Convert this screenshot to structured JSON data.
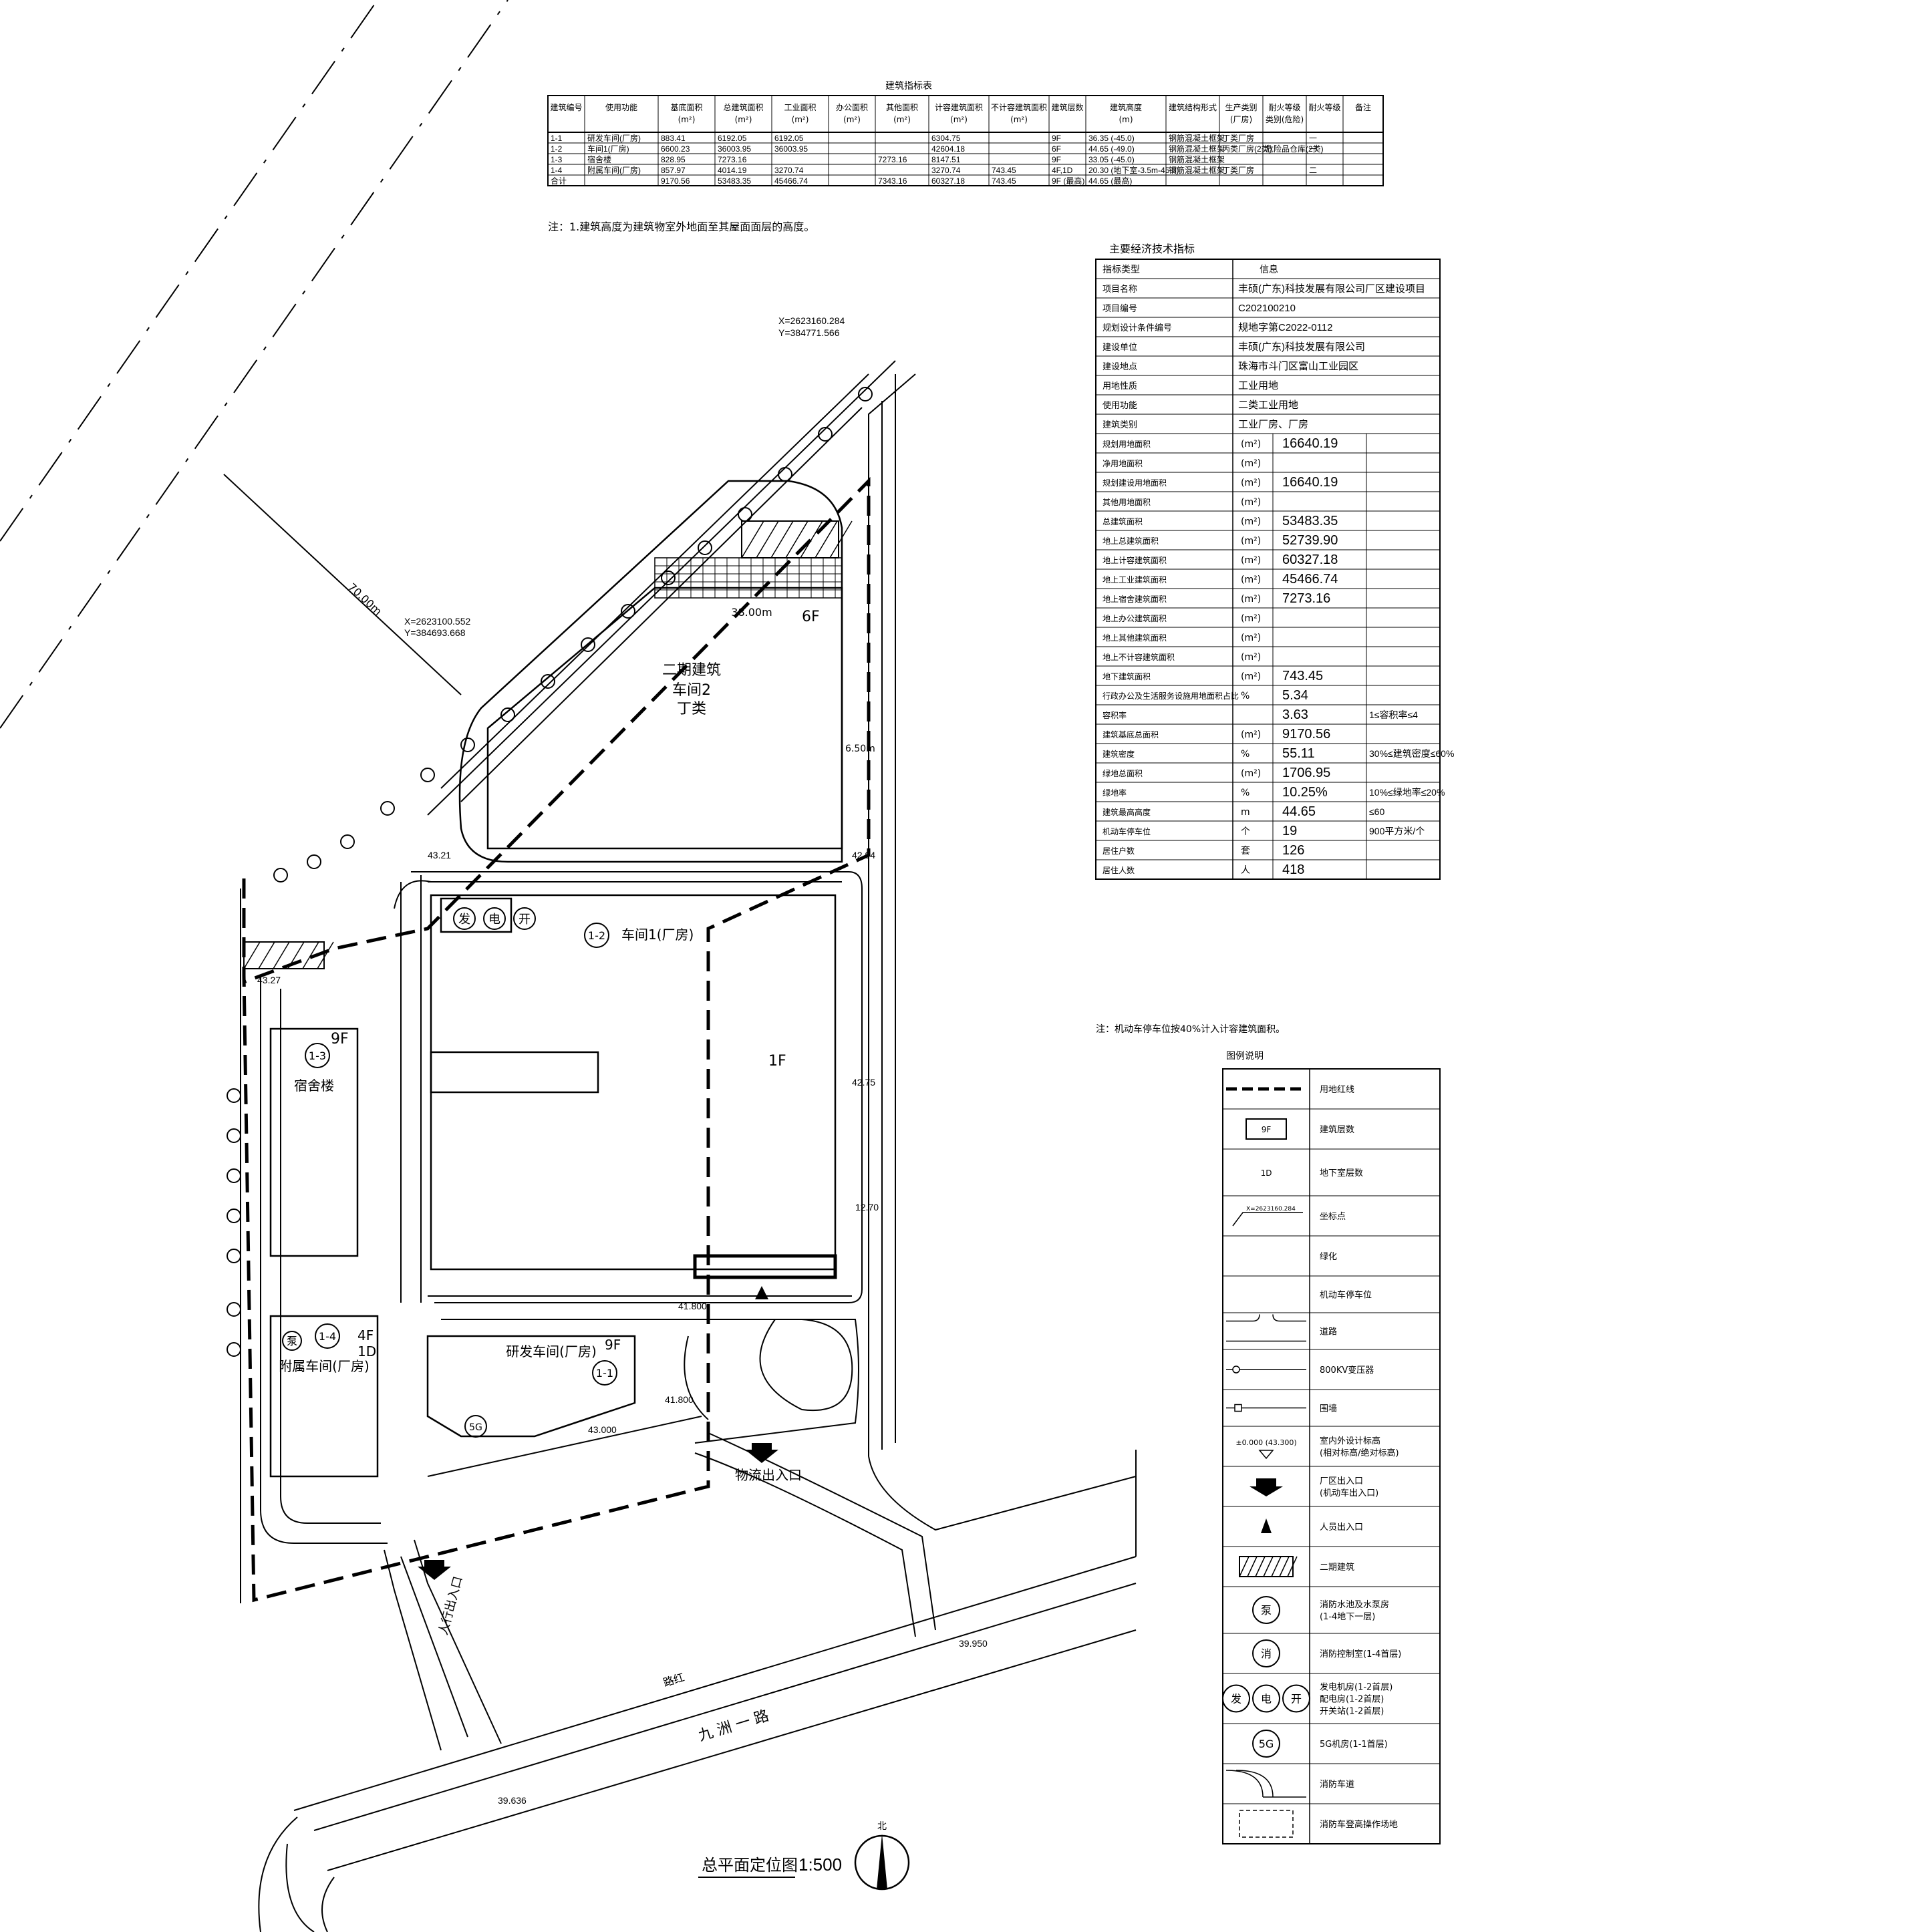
{
  "drawing": {
    "title": "总平面定位图",
    "scale": "1:500",
    "north_label": "北",
    "road_name": "九 洲 一 路",
    "road_sub_label": "路红"
  },
  "coordinates": {
    "c1": "X=2623160.284",
    "c2": "Y=384771.566",
    "c3": "X=2623100.552",
    "c4": "Y=384693.668"
  },
  "site_labels": {
    "b_phase2_a": "二期建筑",
    "b_phase2_b": "车间2",
    "b_phase2_c": "丁类",
    "b_phase2_floor": "6F",
    "b_phase2_dim": "38.00m",
    "b_12_tag": "1-2",
    "b_12_name": "车间1(厂房)",
    "b_12_floor": "1F",
    "b_13_tag": "1-3",
    "b_13_name": "宿舍楼",
    "b_13_floor": "9F",
    "b_14_tag": "1-4",
    "b_14_name": "附属车间(厂房)",
    "b_14_floor": "4F",
    "b_14_floor2": "1D",
    "b_11_tag": "1-1",
    "b_11_name": "研发车间(厂房)",
    "b_11_floor": "9F",
    "gate_logistics": "物流出入口",
    "gate_people": "人行出入口",
    "dist_70": "70.00m",
    "dist_650": "6.50m",
    "lvl_1": "43.21",
    "lvl_2": "42.94",
    "lvl_3": "43.27",
    "lvl_4": "42.75",
    "lvl_5": "41.800",
    "lvl_6": "41.800",
    "lvl_7": "43.000",
    "lvl_8": "39.950",
    "lvl_9": "39.636",
    "lvl_10": "12.70",
    "eq_1": "发",
    "eq_2": "电",
    "eq_3": "开",
    "eq_5g": "5G",
    "eq_fire": "泵"
  },
  "area_table": {
    "title": "建筑指标表",
    "headers": [
      "建筑编号",
      "使用功能",
      "基底面积\n(m²)",
      "总建筑面积\n(m²)",
      "工业面积\n(m²)",
      "办公面积\n(m²)",
      "其他面积\n(m²)",
      "计容建筑面积\n(m²)",
      "不计容建筑面积\n(m²)",
      "建筑层数",
      "建筑高度\n(m)",
      "建筑结构形式",
      "生产类别\n(厂房)",
      "耐火等级\n类别(危险)",
      "耐火等级",
      "备注"
    ],
    "rows": [
      [
        "1-1",
        "研发车间(厂房)",
        "883.41",
        "6192.05",
        "6192.05",
        "",
        "",
        "6304.75",
        "",
        "9F",
        "36.35 (-45.0)",
        "钢筋混凝土框架",
        "丁类厂房",
        "",
        "一",
        ""
      ],
      [
        "1-2",
        "车间1(厂房)",
        "6600.23",
        "36003.95",
        "36003.95",
        "",
        "",
        "42604.18",
        "",
        "6F",
        "44.65 (-49.0)",
        "钢筋混凝土框架",
        "丙类厂房(2类)",
        "危险品仓库(2类)",
        "一",
        ""
      ],
      [
        "1-3",
        "宿舍楼",
        "828.95",
        "7273.16",
        "",
        "",
        "7273.16",
        "8147.51",
        "",
        "9F",
        "33.05 (-45.0)",
        "钢筋混凝土框架",
        "",
        "",
        "",
        ""
      ],
      [
        "1-4",
        "附属车间(厂房)",
        "857.97",
        "4014.19",
        "3270.74",
        "",
        "",
        "3270.74",
        "743.45",
        "4F,1D",
        "20.30 (地下室-3.5m-45.0)",
        "钢筋混凝土框架",
        "丁类厂房",
        "",
        "二",
        ""
      ],
      [
        "合计",
        "",
        "9170.56",
        "53483.35",
        "45466.74",
        "",
        "7343.16",
        "60327.18",
        "743.45",
        "9F (最高)",
        "44.65 (最高)",
        "",
        "",
        "",
        "",
        ""
      ]
    ],
    "note": "注：1.建筑高度为建筑物室外地面至其屋面面层的高度。"
  },
  "tech_table": {
    "title": "主要经济技术指标",
    "header": [
      "指标类型",
      "信息"
    ],
    "info_rows": [
      [
        "项目名称",
        "丰硕(广东)科技发展有限公司厂区建设项目"
      ],
      [
        "项目编号",
        "C202100210"
      ],
      [
        "规划设计条件编号",
        "规地字第C2022-0112"
      ],
      [
        "建设单位",
        "丰硕(广东)科技发展有限公司"
      ],
      [
        "建设地点",
        "珠海市斗门区富山工业园区"
      ],
      [
        "用地性质",
        "工业用地"
      ],
      [
        "使用功能",
        "二类工业用地"
      ],
      [
        "建筑类别",
        "工业厂房、厂房"
      ]
    ],
    "metric_rows": [
      [
        "规划用地面积",
        "(m²)",
        "16640.19",
        ""
      ],
      [
        "净用地面积",
        "(m²)",
        "",
        ""
      ],
      [
        "规划建设用地面积",
        "(m²)",
        "16640.19",
        ""
      ],
      [
        "其他用地面积",
        "(m²)",
        "",
        ""
      ],
      [
        "总建筑面积",
        "(m²)",
        "53483.35",
        ""
      ],
      [
        "地上总建筑面积",
        "(m²)",
        "52739.90",
        ""
      ],
      [
        "地上计容建筑面积",
        "(m²)",
        "60327.18",
        ""
      ],
      [
        "地上工业建筑面积",
        "(m²)",
        "45466.74",
        ""
      ],
      [
        "地上宿舍建筑面积",
        "(m²)",
        "7273.16",
        ""
      ],
      [
        "地上办公建筑面积",
        "(m²)",
        "",
        ""
      ],
      [
        "地上其他建筑面积",
        "(m²)",
        "",
        ""
      ],
      [
        "地上不计容建筑面积",
        "(m²)",
        "",
        ""
      ],
      [
        "地下建筑面积",
        "(m²)",
        "743.45",
        ""
      ],
      [
        "行政办公及生活服务设施用地面积占比",
        "%",
        "5.34",
        ""
      ],
      [
        "容积率",
        "",
        "3.63",
        "1≤容积率≤4"
      ],
      [
        "建筑基底总面积",
        "(m²)",
        "9170.56",
        ""
      ],
      [
        "建筑密度",
        "%",
        "55.11",
        "30%≤建筑密度≤60%"
      ],
      [
        "绿地总面积",
        "(m²)",
        "1706.95",
        ""
      ],
      [
        "绿地率",
        "%",
        "10.25%",
        "10%≤绿地率≤20%"
      ],
      [
        "建筑最高高度",
        "m",
        "44.65",
        "≤60"
      ],
      [
        "机动车停车位",
        "个",
        "19",
        "900平方米/个"
      ],
      [
        "居住户数",
        "套",
        "126",
        ""
      ],
      [
        "居住人数",
        "人",
        "418",
        ""
      ]
    ],
    "note": "注：机动车停车位按40%计入计容建筑面积。"
  },
  "legend": {
    "title": "图例说明",
    "items": [
      {
        "sym": "dash",
        "label": "用地红线"
      },
      {
        "sym": "box",
        "text": "9F",
        "label": "建筑层数"
      },
      {
        "sym": "text",
        "text": "1D",
        "label": "地下室层数"
      },
      {
        "sym": "coord",
        "text": "X=2623160.284",
        "label": "坐标点"
      },
      {
        "sym": "blank",
        "label": "绿化"
      },
      {
        "sym": "blank",
        "label": "机动车停车位"
      },
      {
        "sym": "road",
        "label": "道路"
      },
      {
        "sym": "line-circle",
        "label": "800KV变压器"
      },
      {
        "sym": "line-box",
        "label": "围墙"
      },
      {
        "sym": "level",
        "text": "±0.000 (43.300)",
        "label": "室内外设计标高\n(相对标高/绝对标高)"
      },
      {
        "sym": "bigarrow",
        "label": "厂区出入口\n(机动车出入口)"
      },
      {
        "sym": "triangle",
        "label": "人员出入口"
      },
      {
        "sym": "hatch",
        "label": "二期建筑"
      },
      {
        "sym": "circle",
        "text": "泵",
        "label": "消防水池及水泵房\n(1-4地下一层)"
      },
      {
        "sym": "circle",
        "text": "消",
        "label": "消防控制室(1-4首层)"
      },
      {
        "sym": "triple",
        "texts": [
          "发",
          "电",
          "开"
        ],
        "label": "发电机房(1-2首层)\n配电房(1-2首层)\n开关站(1-2首层)"
      },
      {
        "sym": "circle",
        "text": "5G",
        "label": "5G机房(1-1首层)"
      },
      {
        "sym": "arcs",
        "label": "消防车道"
      },
      {
        "sym": "dashbox",
        "label": "消防车登高操作场地"
      }
    ]
  }
}
